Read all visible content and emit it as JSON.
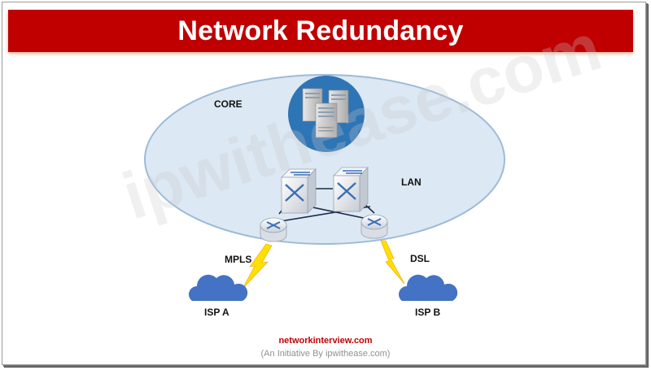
{
  "title": "Network Redundancy",
  "diagram": {
    "zone_labels": {
      "core": "CORE",
      "lan": "LAN"
    },
    "links": {
      "left": "MPLS",
      "right": "DSL"
    },
    "isps": {
      "left": "ISP A",
      "right": "ISP B"
    },
    "nodes": [
      "server-cluster",
      "core-switch-1",
      "core-switch-2",
      "edge-router-1",
      "edge-router-2",
      "isp-a-cloud",
      "isp-b-cloud"
    ]
  },
  "watermark": "ipwithease.com",
  "footer": {
    "site": "networkinterview.com",
    "tagline": "(An Initiative By ipwithease.com)"
  },
  "colors": {
    "title_bg": "#c00000",
    "ellipse_fill": "#dce8f3",
    "cloud": "#4472c4",
    "server_circle": "#2e75b6",
    "lightning": "#ffe000",
    "footer_site": "#c00000"
  }
}
